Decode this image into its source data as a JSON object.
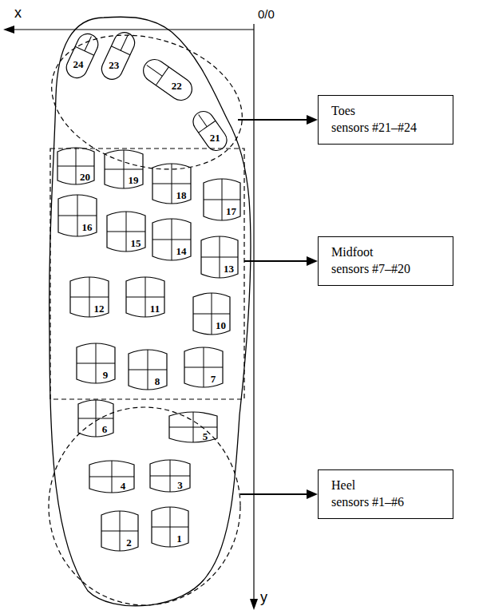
{
  "diagram": {
    "nodes": [
      {
        "text": [
          "1"
        ]
      },
      {
        "text": [
          "2"
        ]
      },
      {
        "text": [
          "3"
        ]
      },
      {
        "text": [
          "4"
        ]
      },
      {
        "text": [
          "5"
        ]
      },
      {
        "text": [
          "6"
        ]
      },
      {
        "text": [
          "7"
        ]
      },
      {
        "text": [
          "8"
        ]
      },
      {
        "text": [
          "9"
        ]
      },
      {
        "text": [
          "10"
        ]
      },
      {
        "text": [
          "11"
        ]
      },
      {
        "text": [
          "12"
        ]
      },
      {
        "text": [
          "13"
        ]
      },
      {
        "text": [
          "14"
        ]
      },
      {
        "text": [
          "15"
        ]
      },
      {
        "text": [
          "16"
        ]
      },
      {
        "text": [
          "17"
        ]
      },
      {
        "text": [
          "18"
        ]
      },
      {
        "text": [
          "19"
        ]
      },
      {
        "text": [
          "20"
        ]
      },
      {
        "text": [
          "21"
        ]
      },
      {
        "text": [
          "22"
        ]
      },
      {
        "text": [
          "23"
        ]
      },
      {
        "text": [
          "24"
        ]
      },
      {
        "text": [
          "Toes",
          "sensors #21–#24"
        ]
      },
      {
        "text": [
          "Midfoot",
          "sensors #7–#20"
        ]
      },
      {
        "text": [
          "Heel",
          "sensors #1–#6"
        ]
      }
    ],
    "labels": [
      "x",
      "0/0",
      "y"
    ]
  }
}
